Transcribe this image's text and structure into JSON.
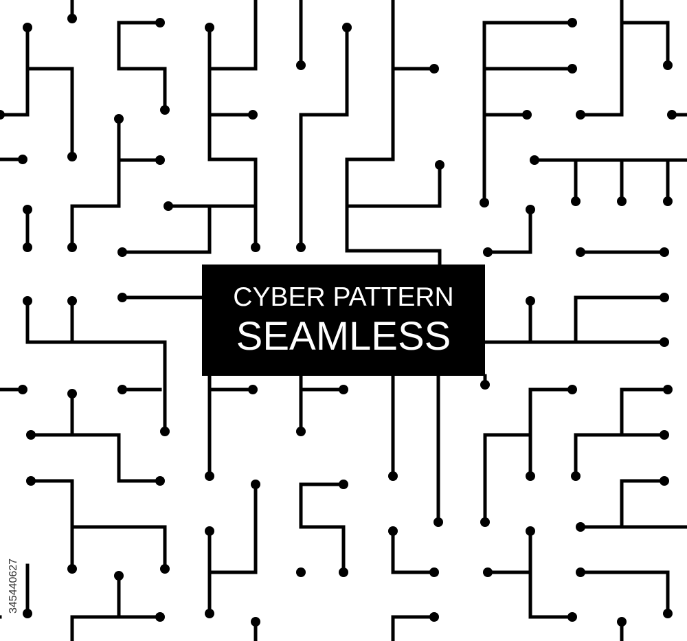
{
  "title": {
    "line1": "CYBER PATTERN",
    "line2": "SEAMLESS"
  },
  "watermark_id": "345440627",
  "colors": {
    "background": "#ffffff",
    "trace": "#000000",
    "box": "#000000",
    "text": "#ffffff"
  }
}
